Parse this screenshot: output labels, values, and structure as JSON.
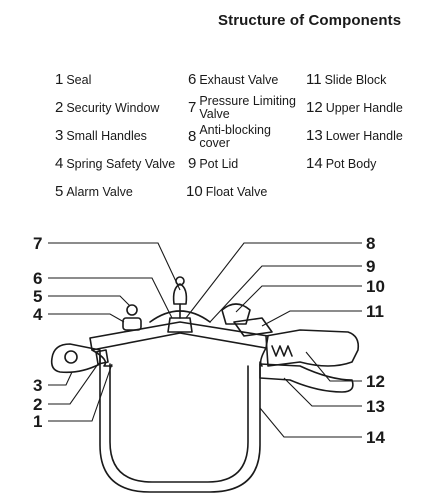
{
  "title": "Structure of Components",
  "components": [
    {
      "num": "1",
      "label": "Seal"
    },
    {
      "num": "2",
      "label": "Security Window"
    },
    {
      "num": "3",
      "label": "Small Handles"
    },
    {
      "num": "4",
      "label": "Spring Safety Valve"
    },
    {
      "num": "5",
      "label": "Alarm Valve"
    },
    {
      "num": "6",
      "label": "Exhaust Valve"
    },
    {
      "num": "7",
      "label": "Pressure Limiting Valve"
    },
    {
      "num": "8",
      "label": "Anti-blocking cover"
    },
    {
      "num": "9",
      "label": "Pot Lid"
    },
    {
      "num": "10",
      "label": "Float Valve"
    },
    {
      "num": "11",
      "label": "Slide Block"
    },
    {
      "num": "12",
      "label": "Upper Handle"
    },
    {
      "num": "13",
      "label": "Lower Handle"
    },
    {
      "num": "14",
      "label": "Pot Body"
    }
  ],
  "callouts": [
    "7",
    "6",
    "5",
    "4",
    "3",
    "2",
    "1",
    "8",
    "9",
    "10",
    "11",
    "12",
    "13",
    "14"
  ]
}
